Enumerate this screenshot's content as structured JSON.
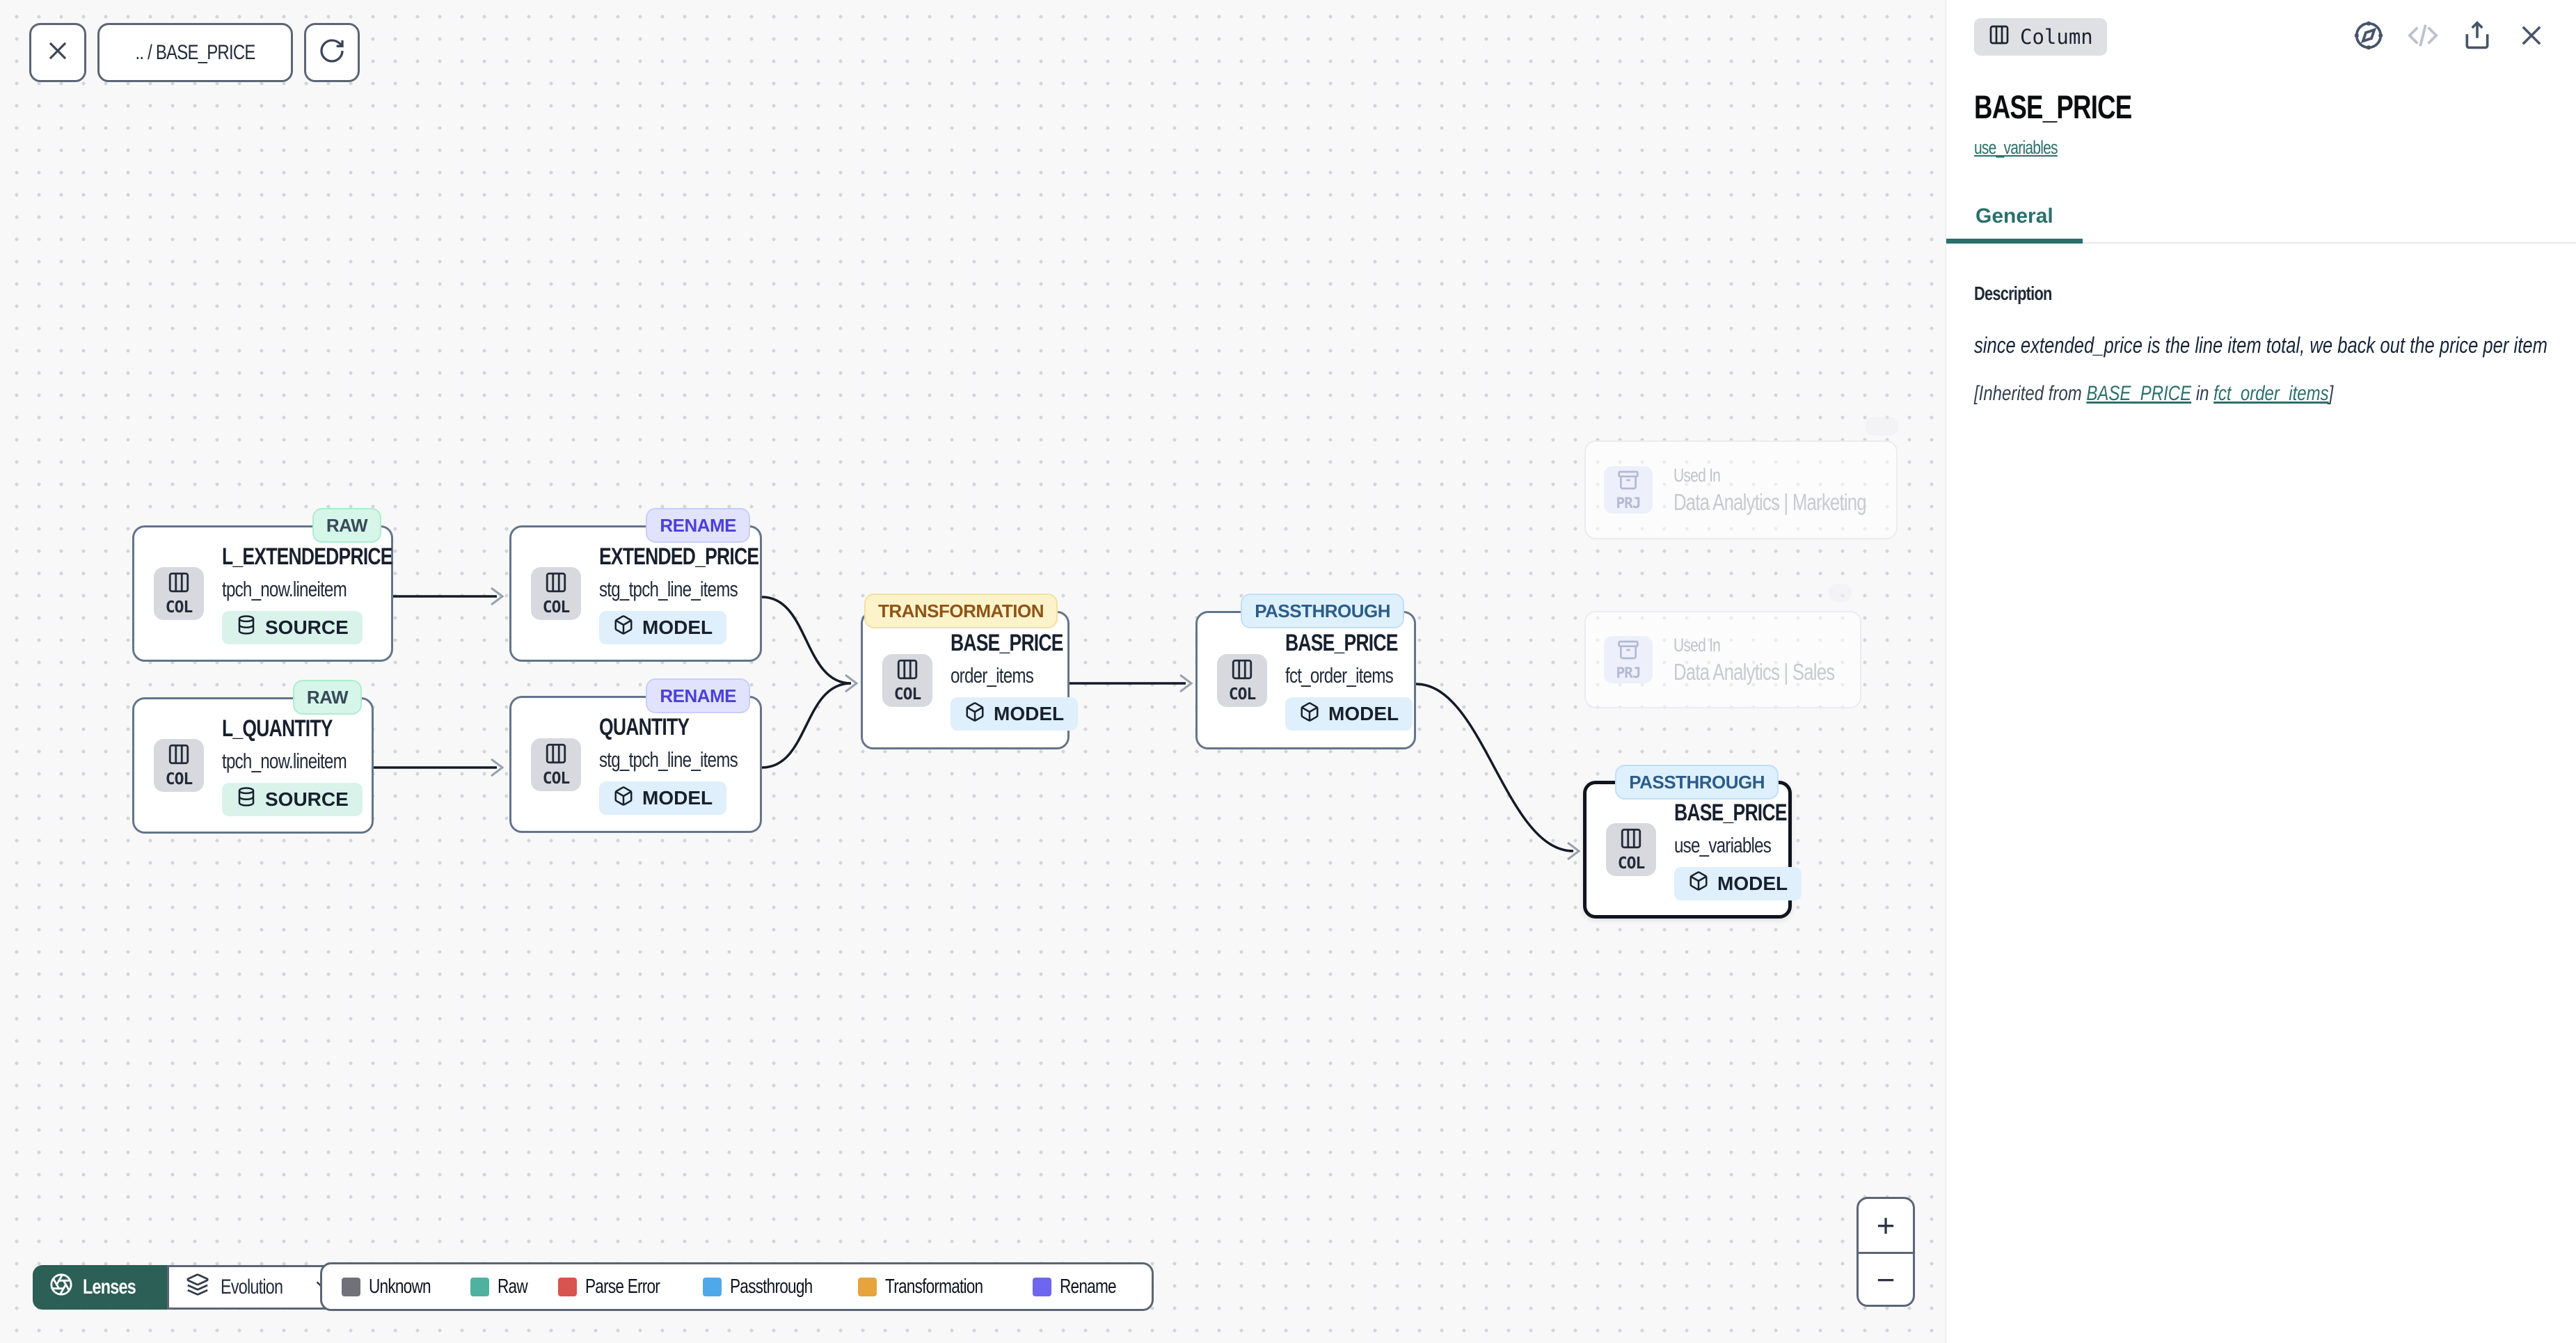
{
  "toolbar": {
    "breadcrumb": ".. / BASE_PRICE"
  },
  "canvas": {
    "nodes": [
      {
        "title": "L_EXTENDEDPRICE",
        "subtitle": "tpch_now.lineitem",
        "type_label": "SOURCE",
        "lens_badge": "RAW",
        "kind": "COL"
      },
      {
        "title": "EXTENDED_PRICE",
        "subtitle": "stg_tpch_line_items",
        "type_label": "MODEL",
        "lens_badge": "RENAME",
        "kind": "COL"
      },
      {
        "title": "L_QUANTITY",
        "subtitle": "tpch_now.lineitem",
        "type_label": "SOURCE",
        "lens_badge": "RAW",
        "kind": "COL"
      },
      {
        "title": "QUANTITY",
        "subtitle": "stg_tpch_line_items",
        "type_label": "MODEL",
        "lens_badge": "RENAME",
        "kind": "COL"
      },
      {
        "title": "BASE_PRICE",
        "subtitle": "order_items",
        "type_label": "MODEL",
        "lens_badge": "TRANSFORMATION",
        "kind": "COL"
      },
      {
        "title": "BASE_PRICE",
        "subtitle": "fct_order_items",
        "type_label": "MODEL",
        "lens_badge": "PASSTHROUGH",
        "kind": "COL"
      },
      {
        "title": "BASE_PRICE",
        "subtitle": "use_variables",
        "type_label": "MODEL",
        "lens_badge": "PASSTHROUGH",
        "kind": "COL",
        "selected": true
      }
    ],
    "ghost_nodes": [
      {
        "label": "Used In",
        "title": "Data Analytics | Marketing",
        "kind": "PRJ"
      },
      {
        "label": "Used In",
        "title": "Data Analytics | Sales",
        "kind": "PRJ"
      }
    ]
  },
  "lenses": {
    "button_label": "Lenses",
    "selected_lens": "Evolution"
  },
  "legend": {
    "items": [
      {
        "label": "Unknown",
        "color": "#71717a"
      },
      {
        "label": "Raw",
        "color": "#4db39e"
      },
      {
        "label": "Parse Error",
        "color": "#d75450"
      },
      {
        "label": "Passthrough",
        "color": "#4fa8ea"
      },
      {
        "label": "Transformation",
        "color": "#e7a33c"
      },
      {
        "label": "Rename",
        "color": "#6e66ee"
      }
    ]
  },
  "zoom_controls": {
    "in": "+",
    "out": "−"
  },
  "panel": {
    "type_badge": "Column",
    "title": "BASE_PRICE",
    "subtitle_link": "use_variables",
    "tabs": [
      {
        "label": "General",
        "active": true
      }
    ],
    "section_heading": "Description",
    "description": "since extended_price is the line item total, we back out the price per item",
    "inherited_prefix": "[Inherited from ",
    "inherited_link_column": "BASE_PRICE",
    "inherited_middle": " in ",
    "inherited_link_model": "fct_order_items",
    "inherited_suffix": "]"
  },
  "colors": {
    "accent_teal": "#2a6f6a",
    "lenses_button": "#2c5f56",
    "edge": "#141b26",
    "node_border": "#64748b",
    "selected_border": "#10141d",
    "badge_raw_bg": "#d5f6e8",
    "badge_rename_bg": "#e1e3fc",
    "badge_transformation_bg": "#fcf3cb",
    "badge_passthrough_bg": "#def0fc"
  }
}
